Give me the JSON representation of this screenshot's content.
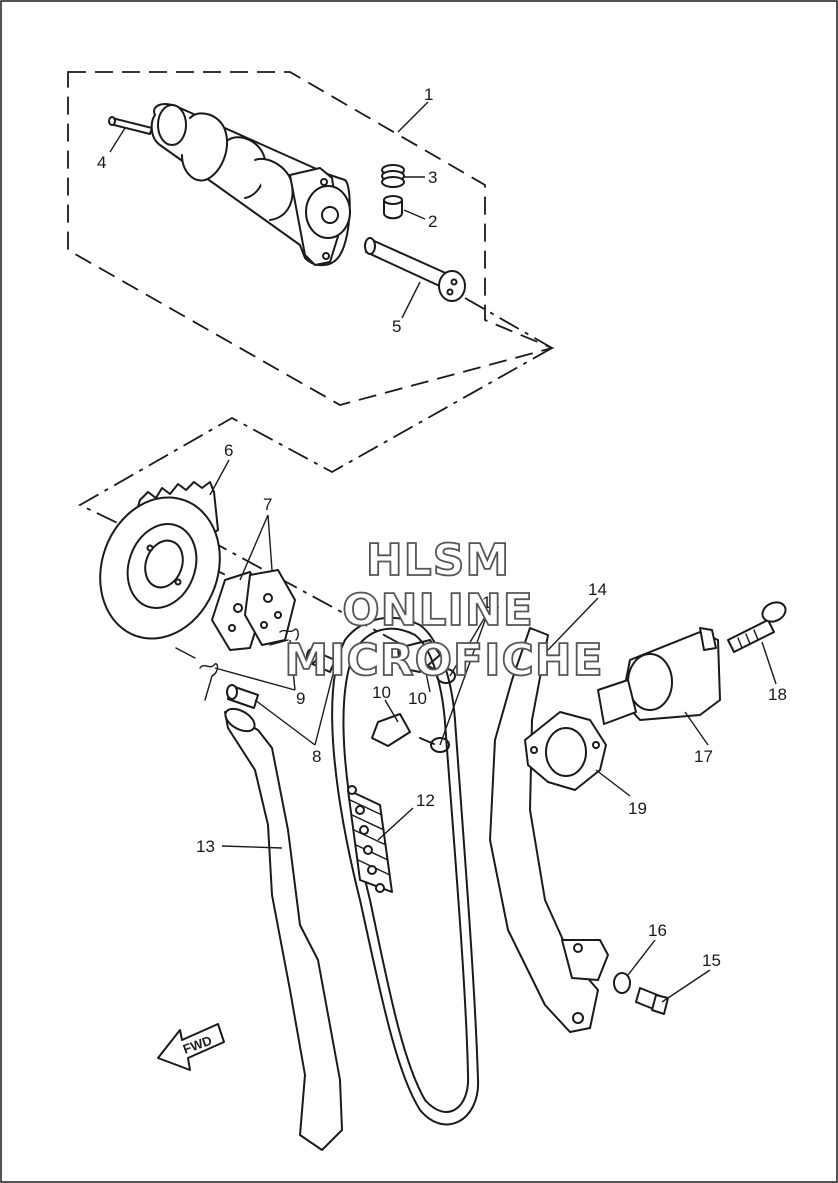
{
  "watermark": {
    "line1": "HLSM",
    "line2": "ONLINE",
    "line3": "MICROFICHE"
  },
  "direction_label": "FWD",
  "callouts": {
    "c1": "1",
    "c2": "2",
    "c3": "3",
    "c4": "4",
    "c5": "5",
    "c6": "6",
    "c7": "7",
    "c8": "8",
    "c9": "9",
    "c10a": "10",
    "c10b": "10",
    "c11": "11",
    "c12": "12",
    "c13": "13",
    "c14": "14",
    "c15": "15",
    "c16": "16",
    "c17": "17",
    "c18": "18",
    "c19": "19"
  }
}
